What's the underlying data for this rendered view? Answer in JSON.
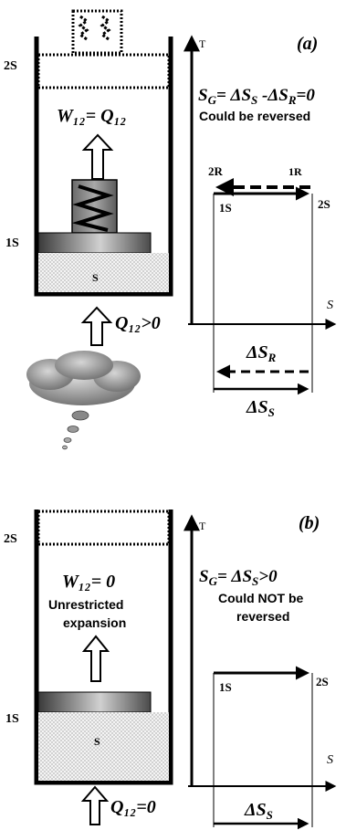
{
  "panel_a": {
    "label": "(a)",
    "axis_t": "T",
    "axis_s": "S",
    "level_2s": "2S",
    "level_1s": "1S",
    "work_label": "W₁₂= Q₁₂",
    "gas_label": "S",
    "heat_label": "Q₁₂>0",
    "eq_sg": "S",
    "eq_sg_sub": "G",
    "eq_rest_1": "= ΔS",
    "eq_sub_s": "S",
    "eq_rest_2": " -ΔS",
    "eq_sub_r": "R",
    "eq_rest_3": "=0",
    "note": "Could be reversed",
    "pt_2r": "2R",
    "pt_1r": "1R",
    "pt_1s": "1S",
    "pt_2s": "2S",
    "delta_r_main": "ΔS",
    "delta_r_sub": "R",
    "delta_s_main": "ΔS",
    "delta_s_sub": "S"
  },
  "panel_b": {
    "label": "(b)",
    "axis_t": "T",
    "axis_s": "S",
    "level_2s": "2S",
    "level_1s": "1S",
    "work_label": "W₁₂= 0",
    "expansion_1": "Unrestricted",
    "expansion_2": "expansion",
    "gas_label": "S",
    "heat_label": "Q₁₂=0",
    "eq_sg": "S",
    "eq_sg_sub": "G",
    "eq_rest": "= ΔS",
    "eq_sub_s": "S",
    "eq_rest_2": ">0",
    "note_1": "Could NOT be",
    "note_2": "reversed",
    "pt_1s": "1S",
    "pt_2s": "2S",
    "delta_s_main": "ΔS",
    "delta_s_sub": "S"
  },
  "colors": {
    "ink": "#000000",
    "piston_dark": "#3a3a3a",
    "piston_light": "#d8d8d8",
    "gas_fill": "#f2f2f2",
    "cloud_dark": "#6f6f6f",
    "cloud_light": "#c6c6c6"
  }
}
